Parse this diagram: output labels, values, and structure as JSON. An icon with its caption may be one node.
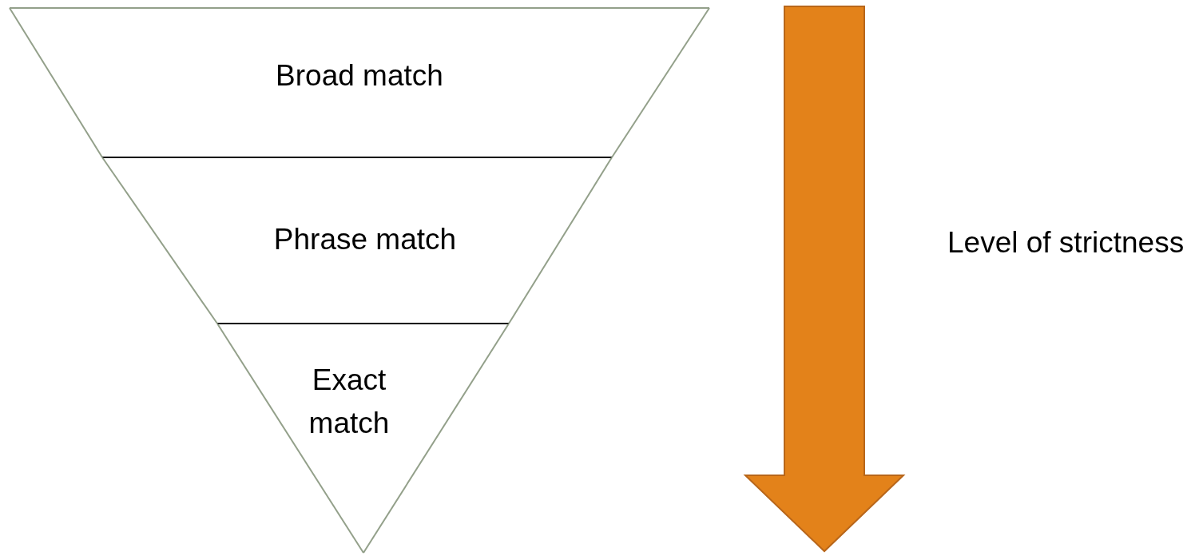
{
  "diagram": {
    "nodes": [
      {
        "text": [
          "Broad match"
        ]
      },
      {
        "text": [
          "Phrase match"
        ]
      },
      {
        "text": [
          "Exact match"
        ]
      }
    ],
    "labels": [
      "Level of strictness"
    ]
  }
}
